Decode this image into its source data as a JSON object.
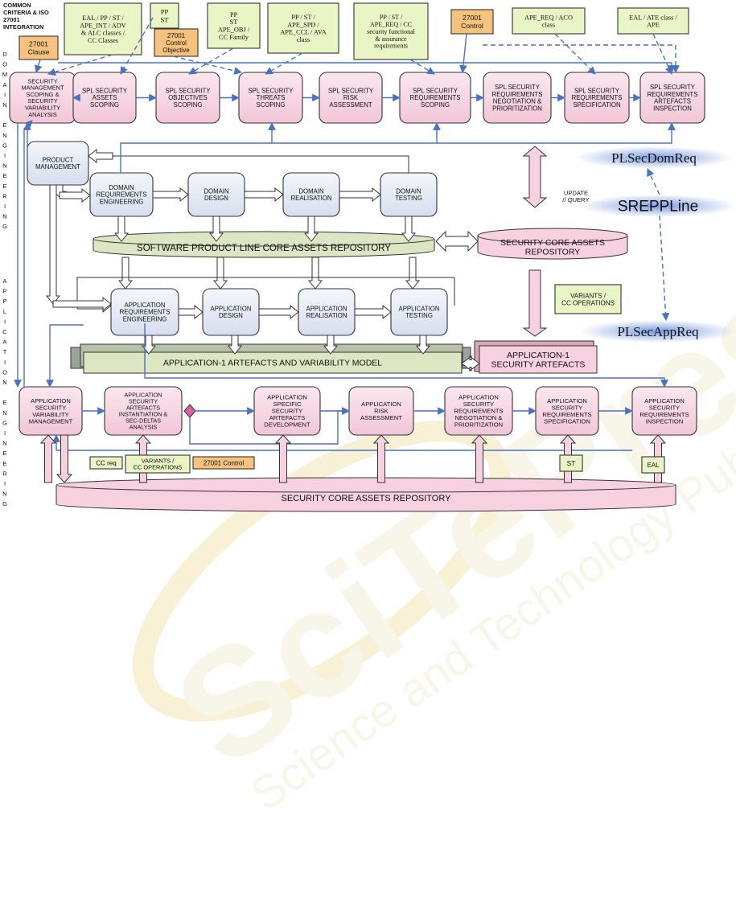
{
  "header": {
    "integration_label": [
      "COMMON",
      "CRITERIA & ISO",
      "27001",
      "INTEGRATION"
    ]
  },
  "side_labels": {
    "domain_engineering": [
      "D",
      "O",
      "M",
      "A",
      "I",
      "N",
      "",
      "E",
      "N",
      "G",
      "I",
      "N",
      "E",
      "E",
      "R",
      "I",
      "N",
      "G"
    ],
    "application_engineering": [
      "A",
      "P",
      "P",
      "L",
      "I",
      "C",
      "A",
      "T",
      "I",
      "O",
      "N",
      "",
      "E",
      "N",
      "G",
      "I",
      "N",
      "E",
      "E",
      "R",
      "I",
      "N",
      "G"
    ]
  },
  "standard_notes": {
    "n1": [
      "EAL / PP / ST /",
      "APE_INT / ADV",
      "& ALC classes /",
      "CC Classes"
    ],
    "n2": [
      "PP",
      "ST"
    ],
    "n3": [
      "PP",
      "ST",
      "APE_OBJ /",
      "CC Family"
    ],
    "n4": [
      "PP / ST /",
      "APE_SPD /",
      "APE_CCL / AVA",
      "class"
    ],
    "n5": [
      "PP / ST /",
      "APE_REQ / CC",
      "security functional",
      "& assurance",
      "requirements"
    ],
    "n6": [
      "APE_REQ / ACO",
      "class"
    ],
    "n7": [
      "EAL / ATE class /",
      "APE"
    ]
  },
  "iso_notes": {
    "clause": [
      "27001",
      "Clause"
    ],
    "control_objective": [
      "27001",
      "Control",
      "Objective"
    ],
    "control": [
      "27001",
      "Control"
    ],
    "control_bottom": "27001 Control"
  },
  "domain_security_activities": [
    [
      "SECURITY",
      "MANAGEMENT",
      "SCOPING &",
      "SECURITY",
      "VARIABILITY",
      "ANALYSIS"
    ],
    [
      "SPL SECURITY",
      "ASSETS",
      "SCOPING"
    ],
    [
      "SPL SECURITY",
      "OBJECTIVES",
      "SCOPING"
    ],
    [
      "SPL SECURITY",
      "THREATS",
      "SCOPING"
    ],
    [
      "SPL SECURITY",
      "RISK",
      "ASSESSMENT"
    ],
    [
      "SPL SECURITY",
      "REQUIREMENTS",
      "SCOPING"
    ],
    [
      "SPL SECURITY",
      "REQUIREMENTS",
      "NEGOTIATION &",
      "PRIORITIZATION"
    ],
    [
      "SPL SECURITY",
      "REQUIREMENTS",
      "SPECIFICATION"
    ],
    [
      "SPL SECURITY",
      "REQUIREMENTS",
      "ARTEFACTS",
      "INSPECTION"
    ]
  ],
  "product_management": [
    "PRODUCT",
    "MANAGEMENT"
  ],
  "domain_processes": [
    [
      "DOMAIN",
      "REQUIREMENTS",
      "ENGINEERING"
    ],
    [
      "DOMAIN",
      "DESIGN"
    ],
    [
      "DOMAIN",
      "REALISATION"
    ],
    [
      "DOMAIN",
      "TESTING"
    ]
  ],
  "application_processes": [
    [
      "APPLICATION",
      "REQUIREMENTS",
      "ENGINEERING"
    ],
    [
      "APPLICATION",
      "DESIGN"
    ],
    [
      "APPLICATION",
      "REALISATION"
    ],
    [
      "APPLICATION",
      "TESTING"
    ]
  ],
  "repositories": {
    "spl_core": "SOFTWARE PRODUCT LINE CORE ASSETS REPOSITORY",
    "security_core_top": [
      "SECURITY CORE ASSETS",
      "REPOSITORY"
    ],
    "app_artefacts": "APPLICATION-1 ARTEFACTS AND VARIABILITY MODEL",
    "app_security_artefacts": [
      "APPLICATION-1",
      "SECURITY ARTEFACTS"
    ],
    "security_core_bottom": "SECURITY CORE ASSETS REPOSITORY"
  },
  "update_query": [
    "UPDATE",
    "// QUERY"
  ],
  "variants_note": [
    "VARIANTS /",
    "CC OPERATIONS"
  ],
  "tools": {
    "dom": "PLSecDomReq",
    "main": "SREPPLine",
    "app": "PLSecAppReq"
  },
  "app_security_activities": [
    [
      "APPLICATION",
      "SECURITY",
      "VARIABILITY",
      "MANAGEMENT"
    ],
    [
      "APPLICATION",
      "SECURITY",
      "ARTEFACTS",
      "INSTANTIATION &",
      "SEC-DELTAS",
      "ANALYSIS"
    ],
    [
      "APPLICATION",
      "SPECIFIC",
      "SECURITY",
      "ARTEFACTS",
      "DEVELOPMENT"
    ],
    [
      "APPLICATION",
      "RISK",
      "ASSESSMENT"
    ],
    [
      "APPLICATION",
      "SECURITY",
      "REQUIREMENTS",
      "NEGOTIATION &",
      "PRIORITIZATION"
    ],
    [
      "APPLICATION",
      "SECURITY",
      "REQUIREMENTS",
      "SPECIFICATION"
    ],
    [
      "APPLICATION",
      "SECURITY",
      "REQUIREMENTS",
      "INSPECTION"
    ]
  ],
  "bottom_notes": {
    "cc_req": "CC req",
    "variants": [
      "VARIANTS /",
      "CC OPERATIONS"
    ],
    "st": "ST",
    "eal": "EAL"
  },
  "watermark": {
    "logo": "SciTePress",
    "tagline": "Science and Technology Publications"
  },
  "colors": {
    "pink": "#f9d9e6",
    "blue_box": "#e3e8f4",
    "green_note": "#eaf5c6",
    "orange_note": "#f6c27e",
    "arrow": "#4a72c4",
    "watermark": "#f2ecd0"
  }
}
